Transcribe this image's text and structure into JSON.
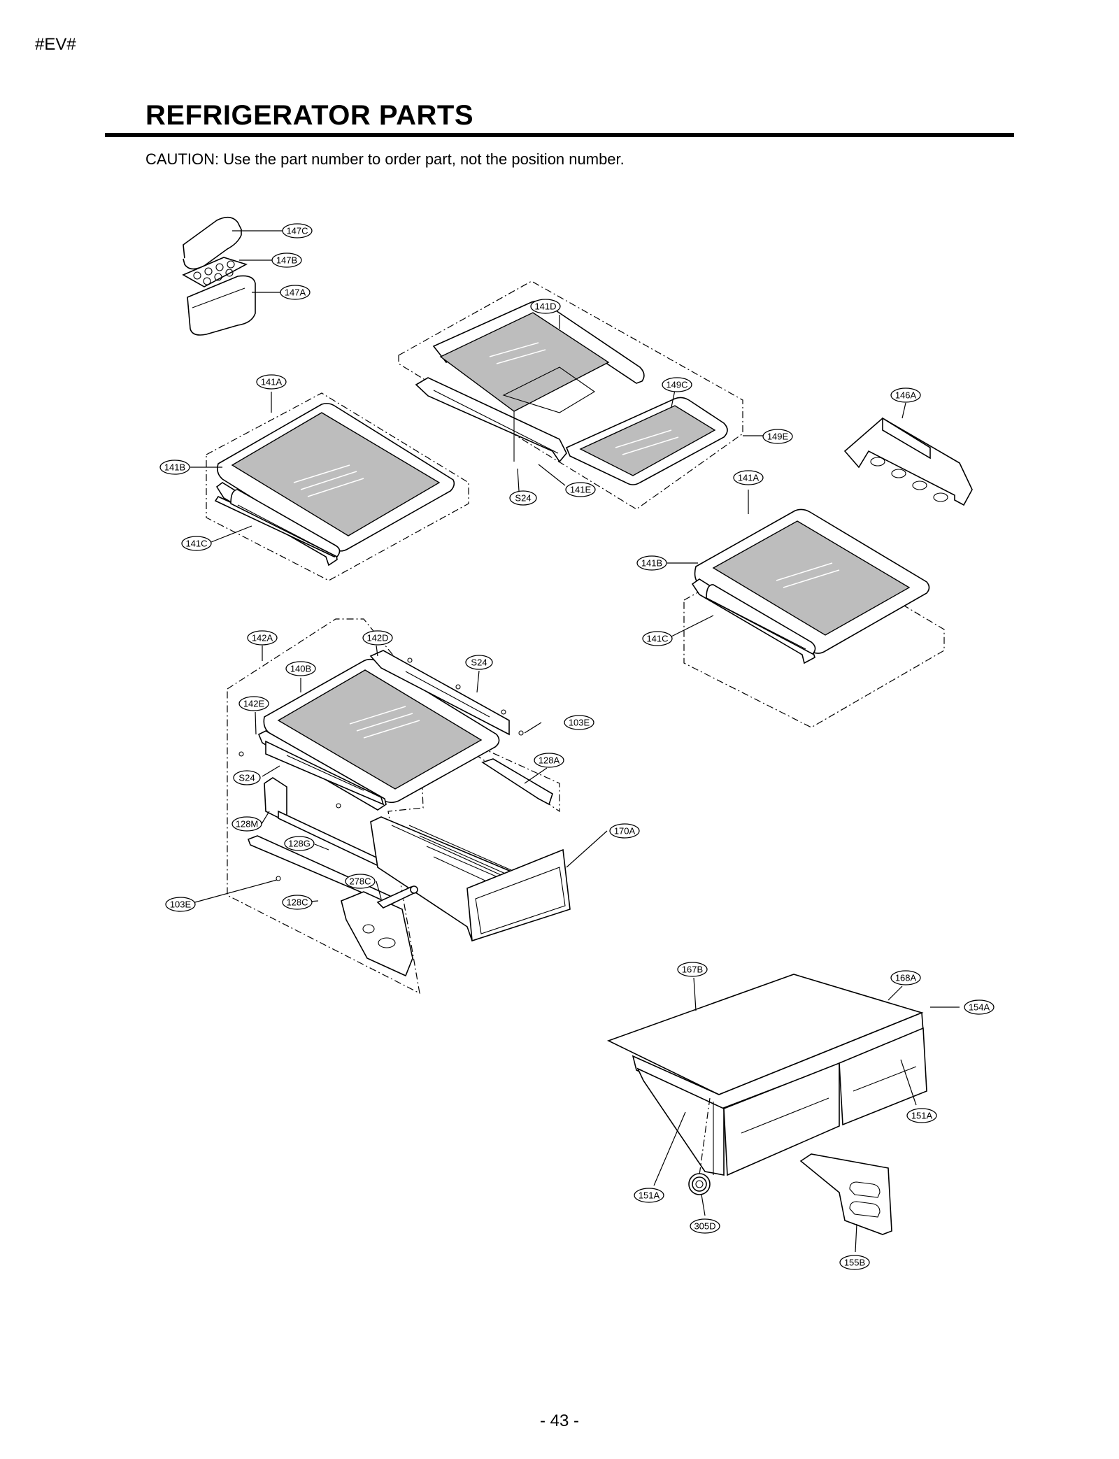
{
  "header_code": "#EV#",
  "page_title": "REFRIGERATOR PARTS",
  "caution_text": "CAUTION: Use the part number to order part, not the position number.",
  "page_number": "- 43 -",
  "callouts": {
    "c147C": "147C",
    "c147B": "147B",
    "c147A": "147A",
    "c141D": "141D",
    "c149C": "149C",
    "c149E": "149E",
    "c146A": "146A",
    "c141A_left": "141A",
    "c141B_left": "141B",
    "c141C_left": "141C",
    "cS24_top": "S24",
    "c141E": "141E",
    "c141A_right": "141A",
    "c141B_right": "141B",
    "c141C_right": "141C",
    "c142A": "142A",
    "c142D": "142D",
    "c140B": "140B",
    "cS24_mid": "S24",
    "c142E": "142E",
    "c103E_right": "103E",
    "cS24_left": "S24",
    "c128A": "128A",
    "c128M": "128M",
    "c128G": "128G",
    "c170A": "170A",
    "c278C": "278C",
    "c103E_left": "103E",
    "c128C": "128C",
    "c167B": "167B",
    "c168A": "168A",
    "c154A": "154A",
    "c151A_right": "151A",
    "c151A_left": "151A",
    "c305D": "305D",
    "c155B": "155B"
  }
}
